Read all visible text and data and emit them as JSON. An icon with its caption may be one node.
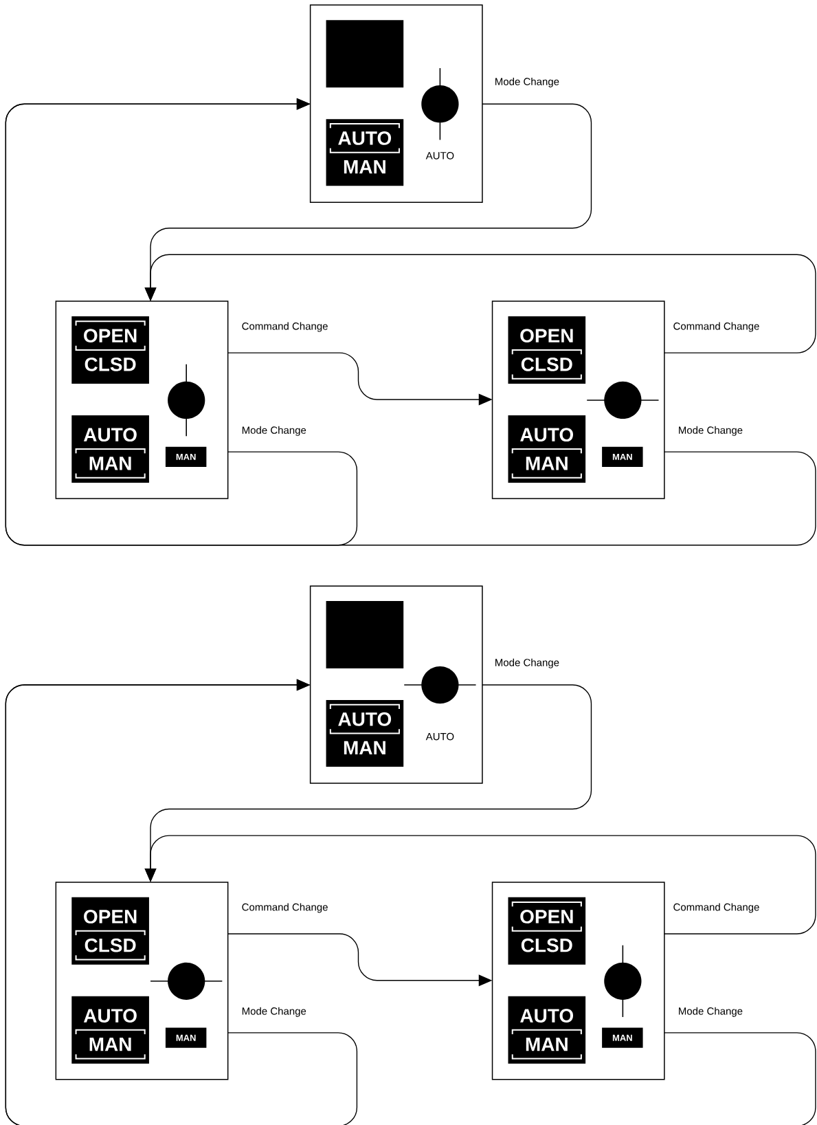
{
  "diagram": {
    "nodes": [
      {
        "text": [],
        "shape": "box"
      },
      {
        "text": [],
        "shape": "box",
        "in": 0
      },
      {
        "text": [
          "AUTO",
          "MAN"
        ],
        "in": 0
      },
      {
        "text": [],
        "shape": "box"
      },
      {
        "text": [
          "OPEN",
          "CLSD"
        ],
        "in": 3
      },
      {
        "text": [
          "AUTO",
          "MAN"
        ],
        "in": 3
      },
      {
        "text": [
          "MAN"
        ],
        "in": 3
      },
      {
        "text": [],
        "shape": "box"
      },
      {
        "text": [
          "OPEN",
          "CLSD"
        ],
        "in": 7
      },
      {
        "text": [
          "AUTO",
          "MAN"
        ],
        "in": 7
      },
      {
        "text": [
          "MAN"
        ],
        "in": 7
      },
      {
        "text": [],
        "shape": "box"
      },
      {
        "text": [],
        "shape": "box",
        "in": 11
      },
      {
        "text": [
          "AUTO",
          "MAN"
        ],
        "in": 11
      },
      {
        "text": [],
        "shape": "box"
      },
      {
        "text": [
          "OPEN",
          "CLSD"
        ],
        "in": 14
      },
      {
        "text": [
          "AUTO",
          "MAN"
        ],
        "in": 14
      },
      {
        "text": [
          "MAN"
        ],
        "in": 14
      },
      {
        "text": [],
        "shape": "box"
      },
      {
        "text": [
          "OPEN",
          "CLSD"
        ],
        "in": 18
      },
      {
        "text": [
          "AUTO",
          "MAN"
        ],
        "in": 18
      },
      {
        "text": [
          "MAN"
        ],
        "in": 18
      }
    ],
    "edges": [
      {
        "from": 0,
        "to": 3,
        "arrow": "to",
        "label": "Mode Change"
      },
      {
        "from": 3,
        "to": 7,
        "arrow": "to",
        "label": "Command Change"
      },
      {
        "from": 3,
        "to": 0,
        "arrow": "to",
        "label": "Mode Change"
      },
      {
        "from": 7,
        "to": 3,
        "arrow": "to",
        "label": "Command Change"
      },
      {
        "from": 7,
        "to": 0,
        "arrow": "to",
        "label": "Mode Change"
      },
      {
        "from": 11,
        "to": 14,
        "arrow": "to",
        "label": "Mode Change"
      },
      {
        "from": 14,
        "to": 18,
        "arrow": "to",
        "label": "Command Change"
      },
      {
        "from": 14,
        "to": 11,
        "arrow": "to",
        "label": "Mode Change"
      },
      {
        "from": 18,
        "to": 14,
        "arrow": "to",
        "label": "Command Change"
      },
      {
        "from": 18,
        "to": 11,
        "arrow": "to",
        "label": "Mode Change"
      }
    ],
    "labels": [
      "AUTO",
      "AUTO"
    ]
  }
}
